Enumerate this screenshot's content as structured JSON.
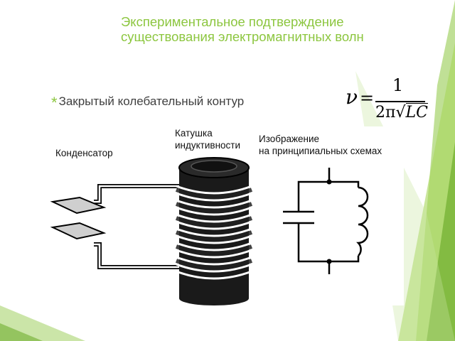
{
  "slide": {
    "title": "Экспериментальное подтверждение существования  электромагнитных волн",
    "bullet": "Закрытый колебательный контур"
  },
  "formula": {
    "lhs": "ν",
    "equals": "=",
    "numerator": "1",
    "denominator_prefix": "2π",
    "denominator_radicand": "LC"
  },
  "figure": {
    "label_capacitor": "Конденсатор",
    "label_coil_line1": "Катушка",
    "label_coil_line2": "индуктивности",
    "label_schematic_line1": "Изображение",
    "label_schematic_line2": "на принципиальных схемах"
  },
  "colors": {
    "accent_green": "#8cc63f",
    "text_gray": "#404040"
  }
}
